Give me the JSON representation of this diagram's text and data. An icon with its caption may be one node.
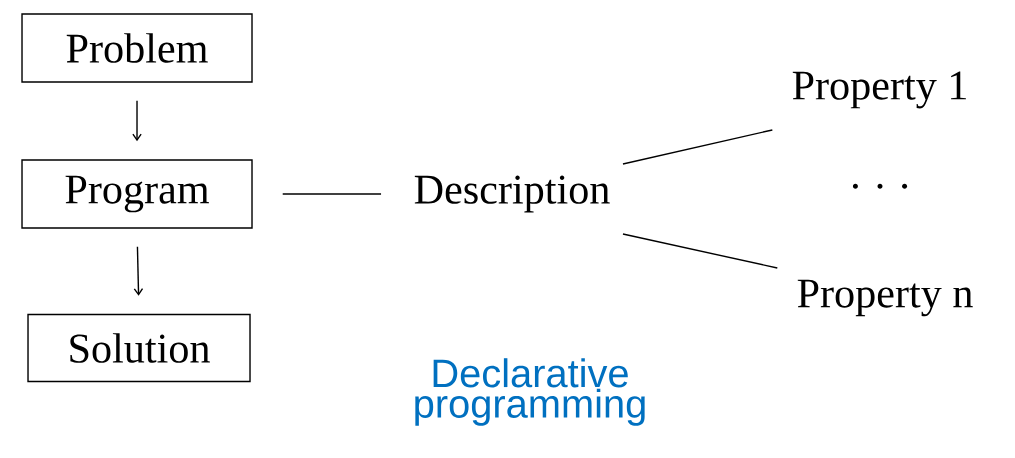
{
  "diagram": {
    "nodes": [
      {
        "text": [
          "Problem"
        ]
      },
      {
        "text": [
          "Program"
        ]
      },
      {
        "text": [
          "Solution"
        ]
      },
      {
        "text": [
          "Description"
        ]
      },
      {
        "text": [
          "Property 1"
        ]
      },
      {
        "text": [
          "Property n"
        ]
      }
    ],
    "edges": [
      {
        "from": 0,
        "to": 1,
        "arrow": "to"
      },
      {
        "from": 1,
        "to": 2,
        "arrow": "to"
      },
      {
        "from": 1,
        "to": 3,
        "arrow": "none"
      },
      {
        "from": 3,
        "to": 4,
        "arrow": "none"
      },
      {
        "from": 3,
        "to": 5,
        "arrow": "none"
      }
    ],
    "labels": [
      "· · ·",
      "Declarative programming"
    ]
  }
}
